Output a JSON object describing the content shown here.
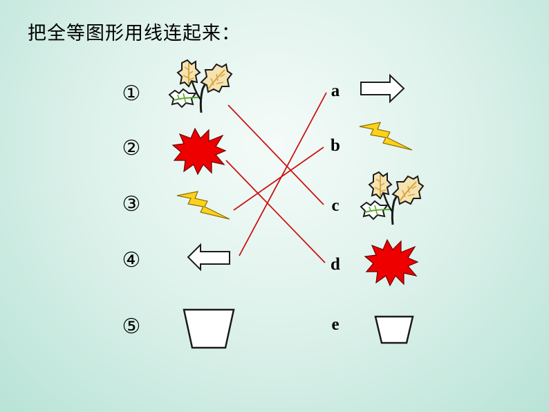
{
  "title": "把全等图形用线连起来：",
  "left_labels": [
    "①",
    "②",
    "③",
    "④",
    "⑤"
  ],
  "right_labels": [
    "a",
    "b",
    "c",
    "d",
    "e"
  ],
  "left_items": [
    "leaf-icon",
    "starburst-icon",
    "lightning-icon",
    "arrow-left-icon",
    "trapezoid-icon"
  ],
  "right_items": [
    "arrow-right-icon",
    "lightning-icon",
    "leaf-icon",
    "starburst-icon",
    "trapezoid-icon"
  ],
  "connections": [
    [
      "①",
      "c"
    ],
    [
      "②",
      "d"
    ],
    [
      "③",
      "b"
    ],
    [
      "④",
      "a"
    ]
  ],
  "colors": {
    "line": "#cc1111",
    "starburst": "#ee0000",
    "lightning": "#ffd21a",
    "leaf_outline": "#1a1a1a",
    "leaf_fill": "#d9a441",
    "stem_green": "#5aa832"
  }
}
